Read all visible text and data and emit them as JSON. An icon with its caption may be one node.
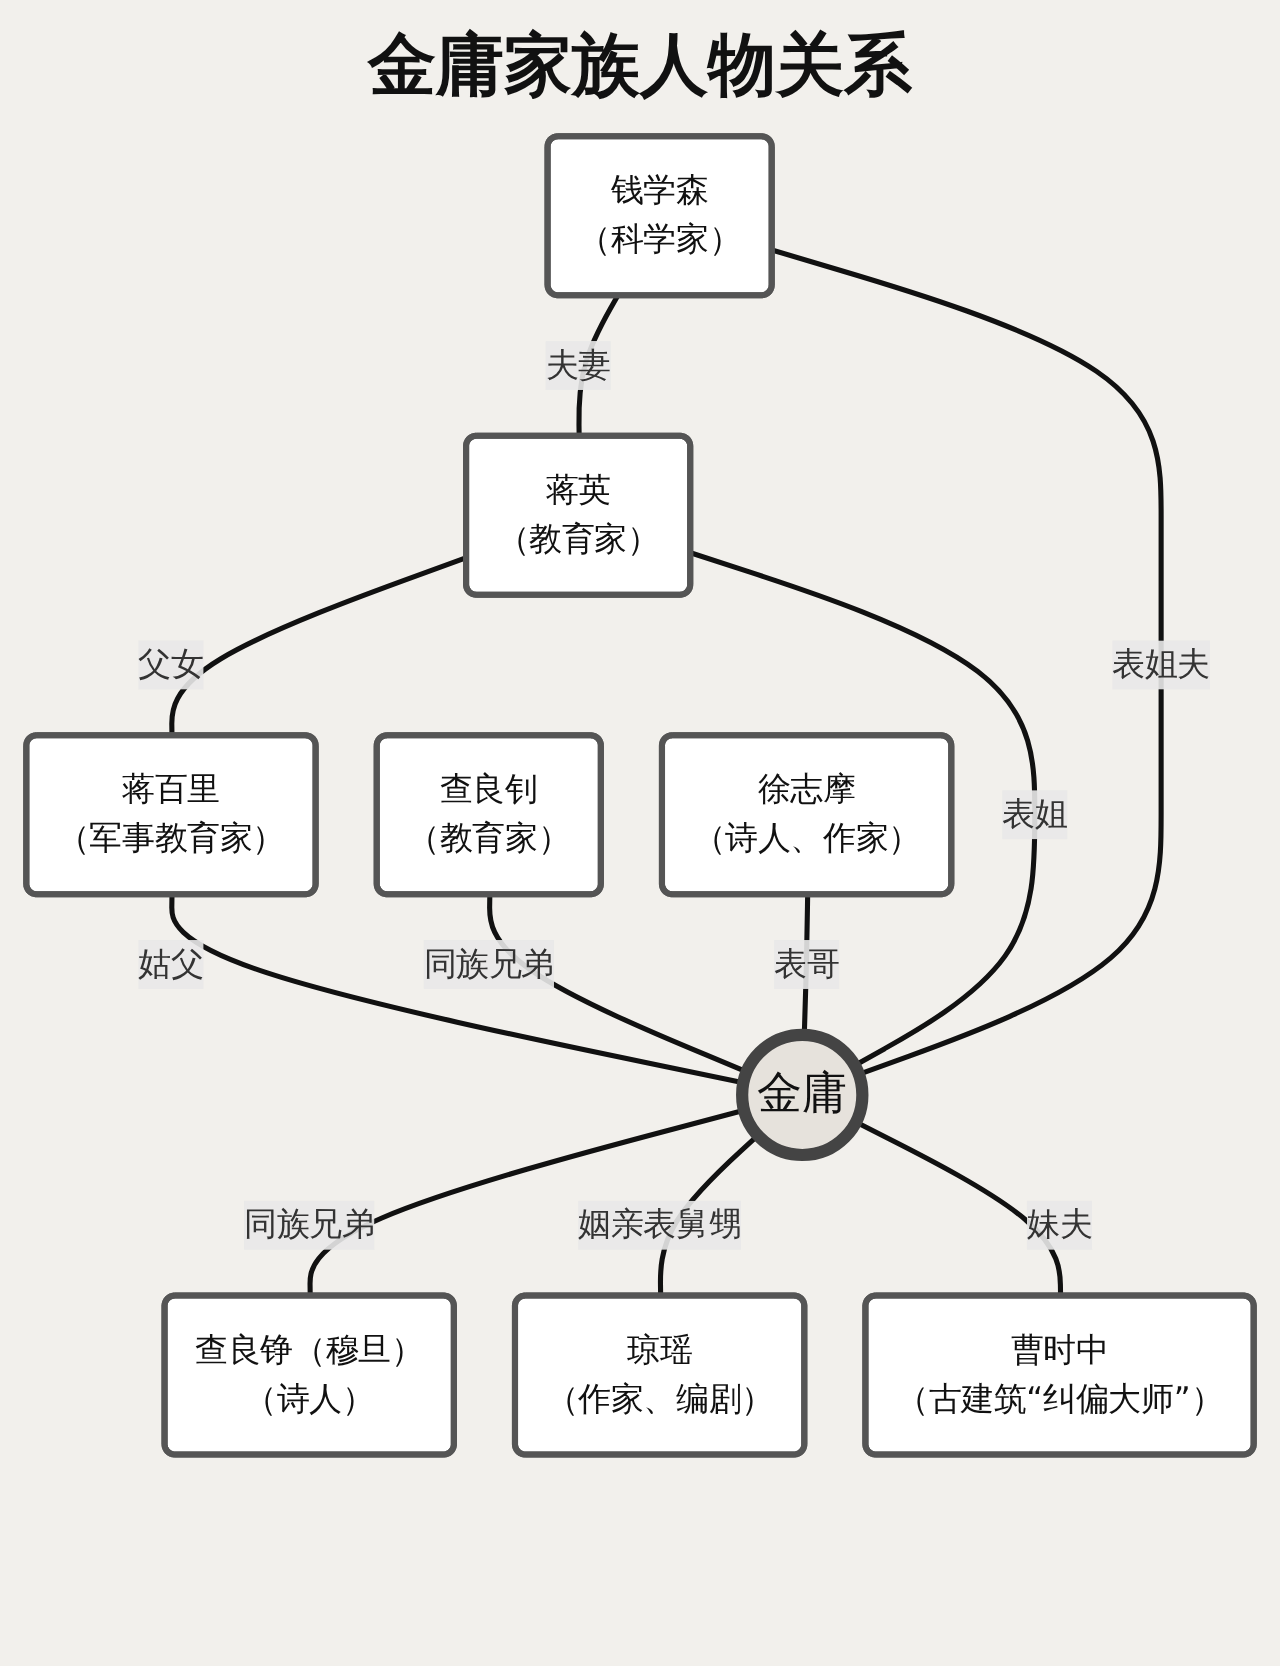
{
  "diagram": {
    "title": "金庸家族人物关系",
    "nodes": [
      {
        "text": [
          "蒋英",
          "（教育家）"
        ]
      },
      {
        "text": [
          "钱学森",
          "（科学家）"
        ]
      },
      {
        "text": [
          "蒋百里",
          "（军事教育家）"
        ]
      },
      {
        "text": [
          "金庸"
        ]
      },
      {
        "text": [
          "查良钊",
          "（教育家）"
        ]
      },
      {
        "text": [
          "查良铮（穆旦）",
          "（诗人）"
        ]
      },
      {
        "text": [
          "徐志摩",
          "（诗人、作家）"
        ]
      },
      {
        "text": [
          "琼瑶",
          "（作家、编剧）"
        ]
      },
      {
        "text": [
          "曹时中",
          "（古建筑“纠偏大师”）"
        ]
      }
    ],
    "edges": [
      {
        "from": 1,
        "to": 0,
        "arrow": "none",
        "label": "夫妻"
      },
      {
        "from": 0,
        "to": 2,
        "arrow": "none",
        "label": "父女"
      },
      {
        "from": 0,
        "to": 3,
        "arrow": "none",
        "label": "表姐"
      },
      {
        "from": 1,
        "to": 3,
        "arrow": "none",
        "label": "表姐夫"
      },
      {
        "from": 2,
        "to": 3,
        "arrow": "none",
        "label": "姑父"
      },
      {
        "from": 4,
        "to": 3,
        "arrow": "none",
        "label": "同族兄弟"
      },
      {
        "from": 3,
        "to": 5,
        "arrow": "none",
        "label": "同族兄弟"
      },
      {
        "from": 6,
        "to": 3,
        "arrow": "none",
        "label": "表哥"
      },
      {
        "from": 3,
        "to": 7,
        "arrow": "none",
        "label": "姻亲表舅甥"
      },
      {
        "from": 3,
        "to": 8,
        "arrow": "none",
        "label": "妹夫"
      }
    ]
  }
}
